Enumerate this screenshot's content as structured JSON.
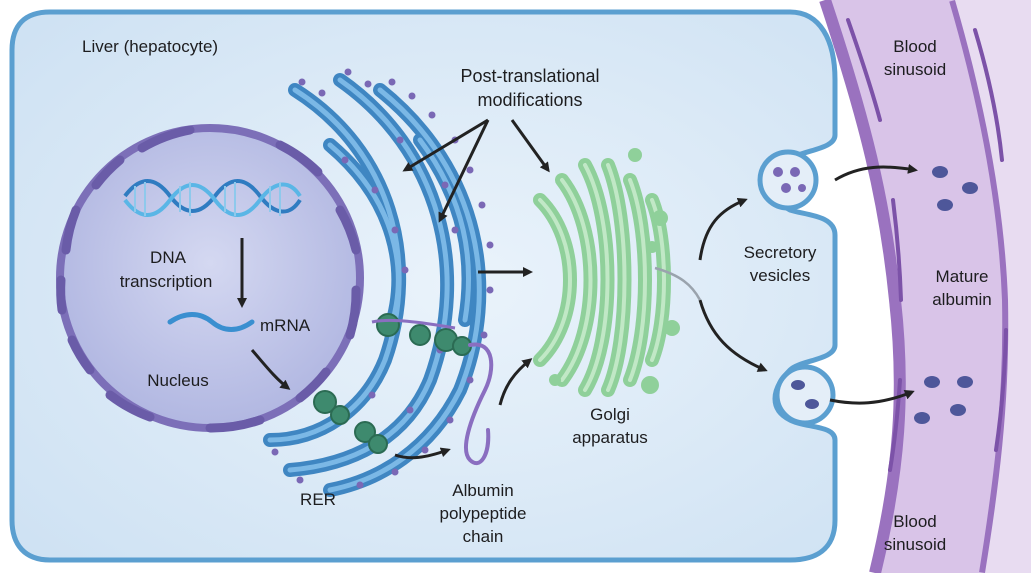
{
  "labels": {
    "cell": "Liver (hepatocyte)",
    "ptm_line1": "Post-translational",
    "ptm_line2": "modifications",
    "dna_line1": "DNA",
    "dna_line2": "transcription",
    "mrna": "mRNA",
    "nucleus": "Nucleus",
    "rer": "RER",
    "albumin_line1": "Albumin",
    "albumin_line2": "polypeptide",
    "albumin_line3": "chain",
    "golgi_line1": "Golgi",
    "golgi_line2": "apparatus",
    "vesicles_line1": "Secretory",
    "vesicles_line2": "vesicles",
    "mature_line1": "Mature",
    "mature_line2": "albumin",
    "blood_top_line1": "Blood",
    "blood_top_line2": "sinusoid",
    "blood_bottom_line1": "Blood",
    "blood_bottom_line2": "sinusoid"
  },
  "colors": {
    "cell_fill": "#dcebf7",
    "cell_border": "#5b9fd0",
    "nucleus_fill": "#b9bfe6",
    "nucleus_border": "#7c6fb8",
    "rer_fill": "#5c9fd3",
    "ribosome": "#7a68b5",
    "golgi": "#8fd09a",
    "protein": "#3e8a6e",
    "sinusoid": "#cbb3de",
    "sinusoid_wall": "#9a72bf",
    "albumin": "#4e579a"
  }
}
